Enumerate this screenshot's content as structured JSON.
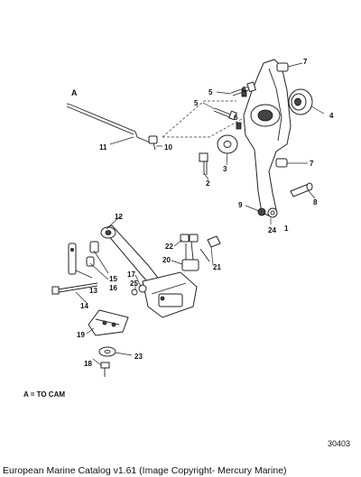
{
  "callouts": [
    "1",
    "2",
    "3",
    "4",
    "5",
    "5",
    "6",
    "6",
    "7",
    "7",
    "8",
    "9",
    "10",
    "11",
    "12",
    "13",
    "14",
    "15",
    "16",
    "17",
    "18",
    "19",
    "20",
    "21",
    "22",
    "23",
    "24",
    "25"
  ],
  "section_label": "A",
  "cam_note": "A = TO CAM",
  "figure_number": "30403",
  "footer": "European Marine Catalog v1.61 (Image Copyright- Mercury Marine)"
}
